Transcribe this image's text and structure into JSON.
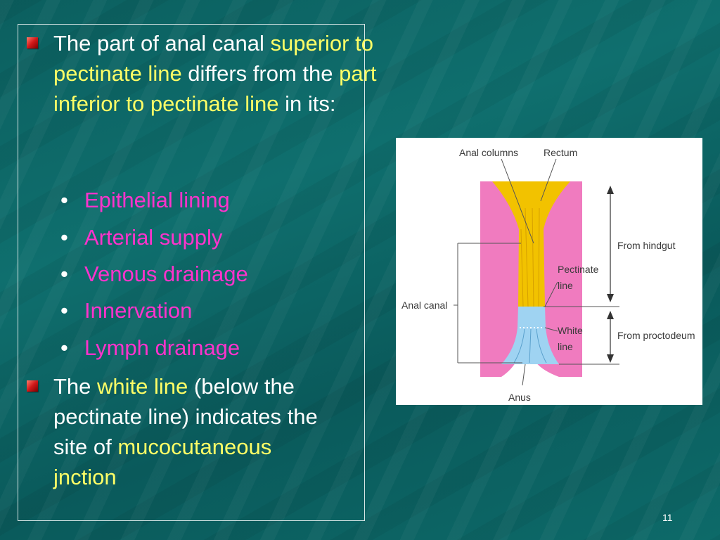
{
  "slide": {
    "para1": {
      "part1": "The part of anal canal ",
      "hl1": "superior to pectinate line",
      "part2": " differs from the ",
      "hl2": "part inferior to pectinate line",
      "part3": " in its:"
    },
    "subitems": [
      "Epithelial lining",
      "Arterial supply",
      "Venous drainage",
      "Innervation",
      "Lymph drainage"
    ],
    "sub_bullet": "•",
    "para2": {
      "part1": "The ",
      "hl1": "white line",
      "part2": " (below the pectinate line) indicates the site of ",
      "hl2": "mucocutaneous jnction"
    },
    "page_number": "11"
  },
  "figure": {
    "labels": {
      "anal_columns": "Anal columns",
      "rectum": "Rectum",
      "from_hindgut": "From hindgut",
      "pectinate": "Pectinate",
      "pectinate_line": "line",
      "anal_canal": "Anal canal",
      "white": "White",
      "white_line": "line",
      "from_proctodeum": "From proctodeum",
      "anus": "Anus"
    },
    "colors": {
      "wall": "#f07bbf",
      "mucosa_upper": "#f2c200",
      "mucosa_lower": "#9fd3f2",
      "white_bg": "#ffffff"
    }
  },
  "colors": {
    "text": "#ffffff",
    "highlight_yellow": "#ffff66",
    "highlight_magenta": "#ff33cc",
    "bullet_red": "#d01818",
    "background": "#0b5f5f"
  }
}
